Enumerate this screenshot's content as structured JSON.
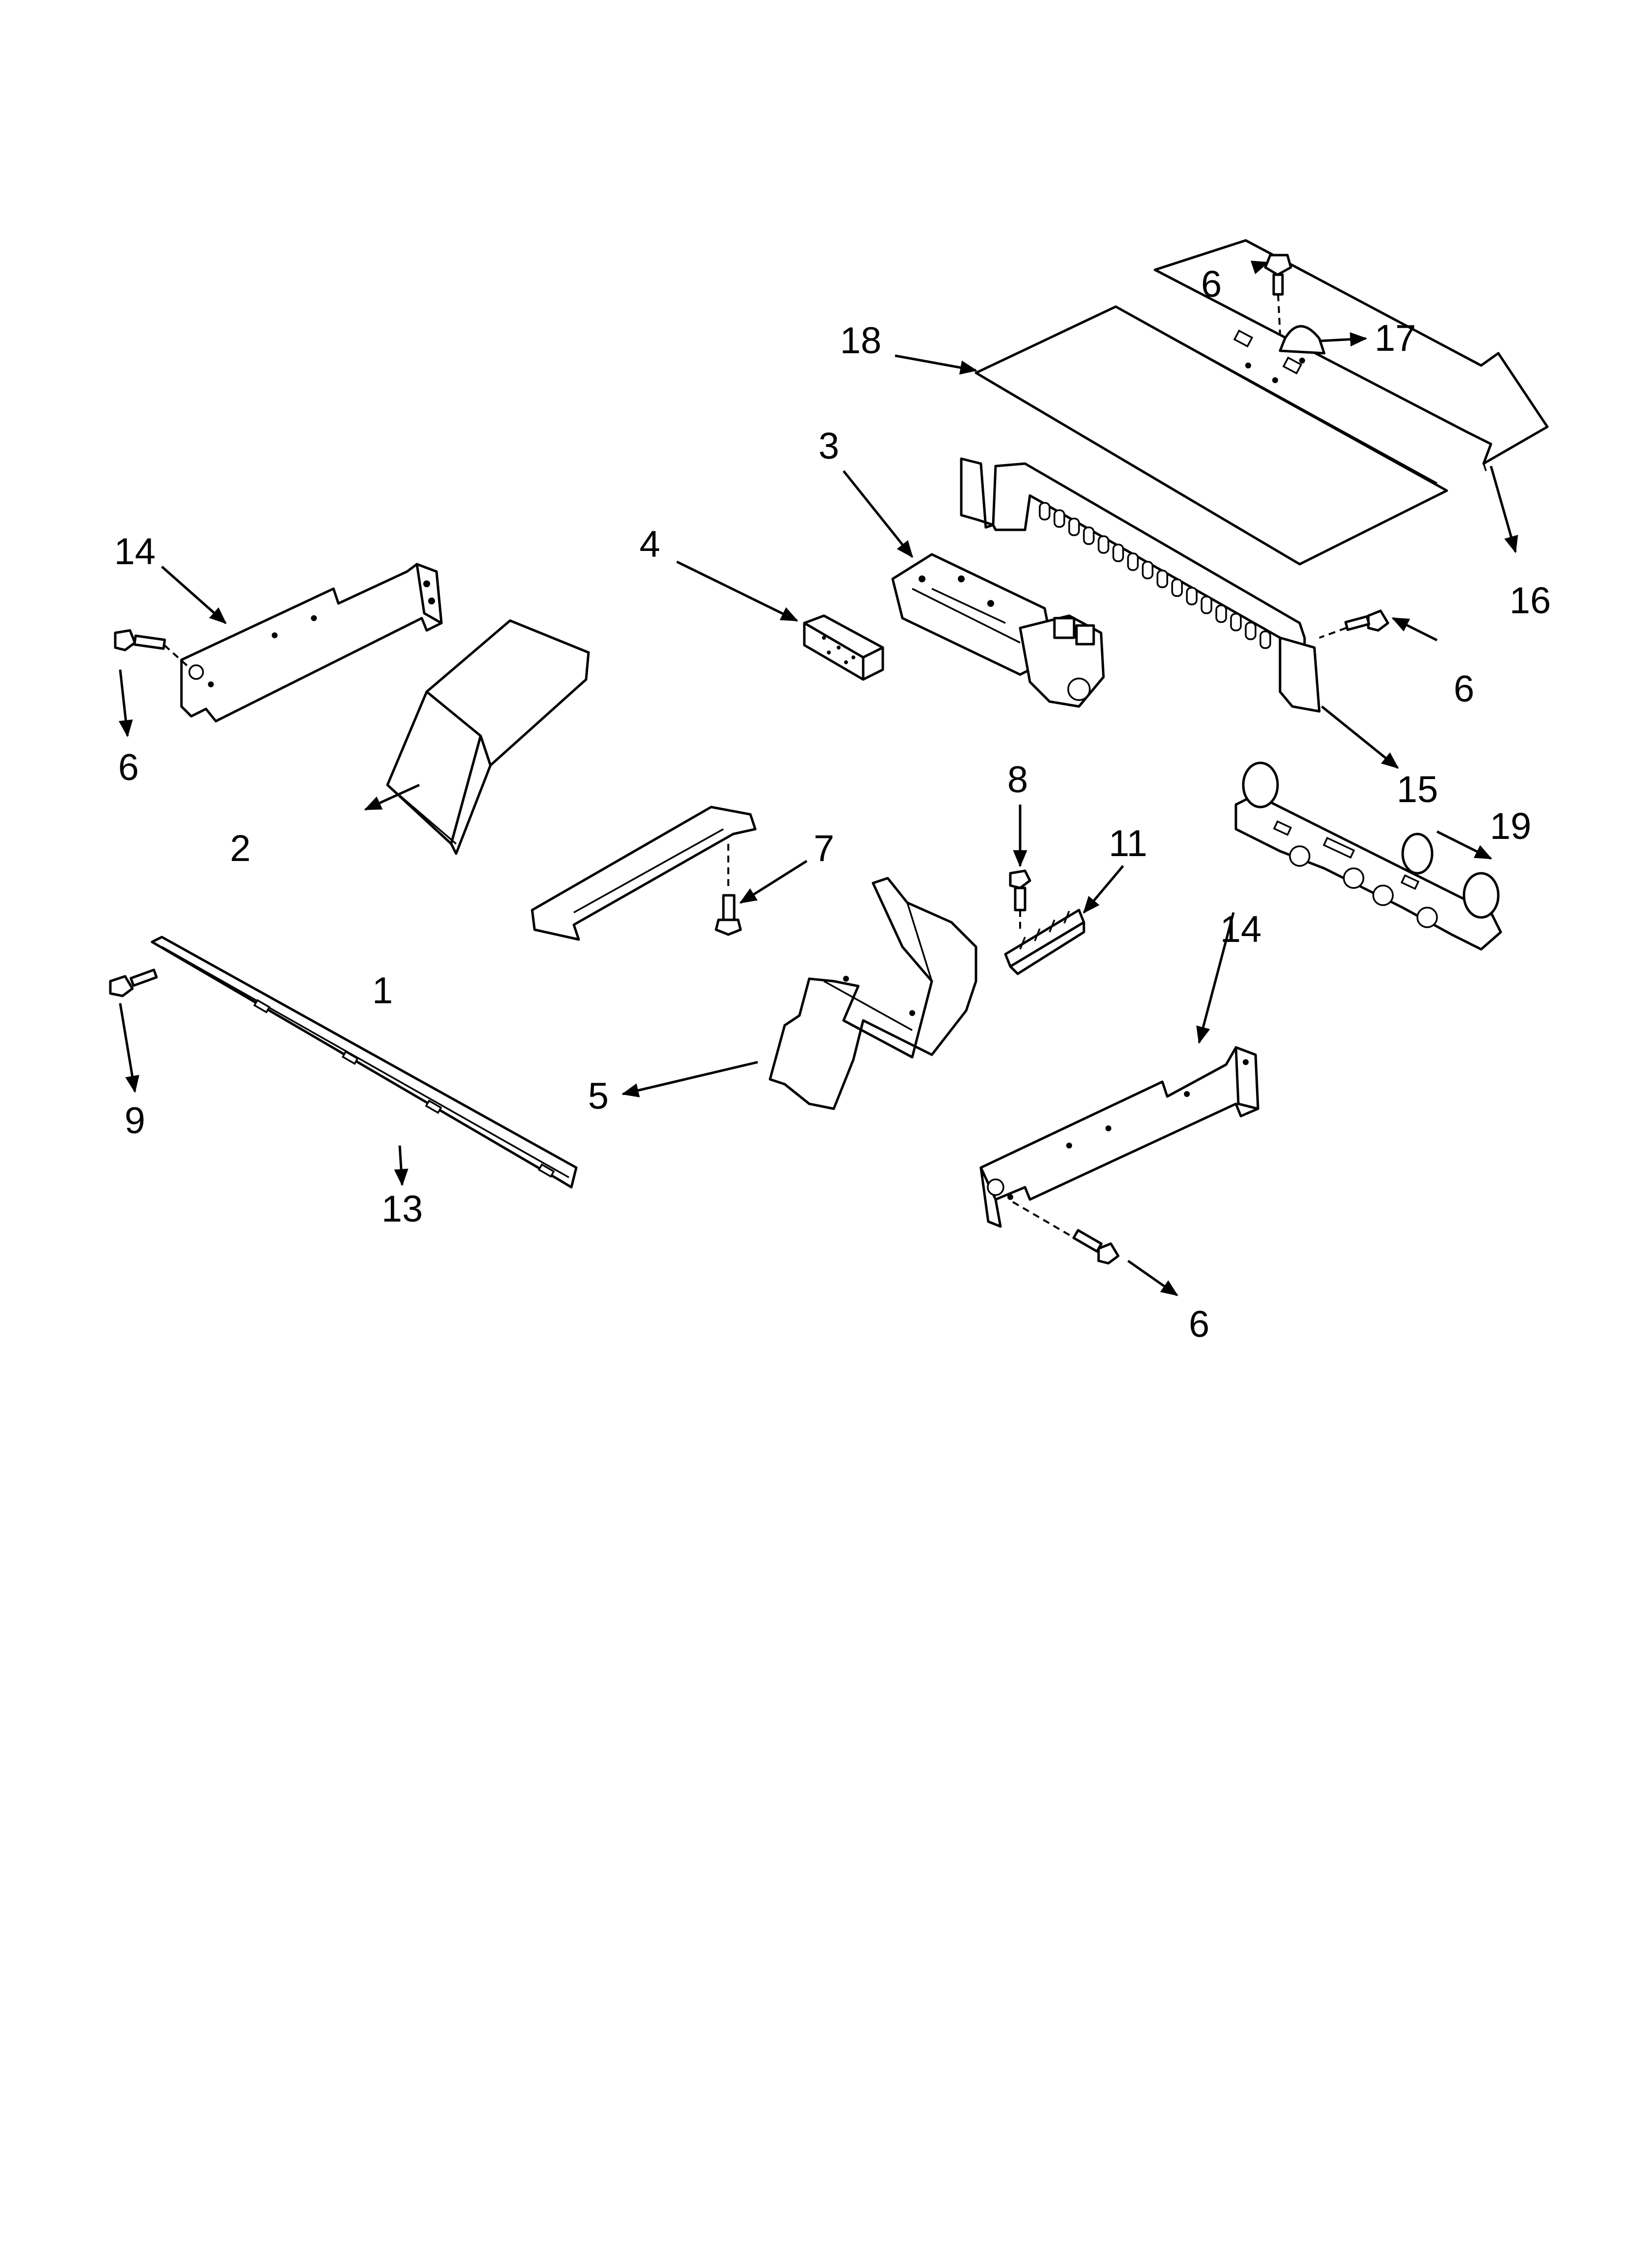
{
  "diagram": {
    "callouts": [
      {
        "id": "c1",
        "label": "1"
      },
      {
        "id": "c2",
        "label": "2"
      },
      {
        "id": "c3",
        "label": "3"
      },
      {
        "id": "c4",
        "label": "4"
      },
      {
        "id": "c5",
        "label": "5"
      },
      {
        "id": "c6a",
        "label": "6"
      },
      {
        "id": "c6b",
        "label": "6"
      },
      {
        "id": "c6c",
        "label": "6"
      },
      {
        "id": "c6d",
        "label": "6"
      },
      {
        "id": "c7",
        "label": "7"
      },
      {
        "id": "c8",
        "label": "8"
      },
      {
        "id": "c9",
        "label": "9"
      },
      {
        "id": "c11",
        "label": "11"
      },
      {
        "id": "c13",
        "label": "13"
      },
      {
        "id": "c14a",
        "label": "14"
      },
      {
        "id": "c14b",
        "label": "14"
      },
      {
        "id": "c15",
        "label": "15"
      },
      {
        "id": "c16",
        "label": "16"
      },
      {
        "id": "c17",
        "label": "17"
      },
      {
        "id": "c18",
        "label": "18"
      },
      {
        "id": "c19",
        "label": "19"
      }
    ]
  }
}
